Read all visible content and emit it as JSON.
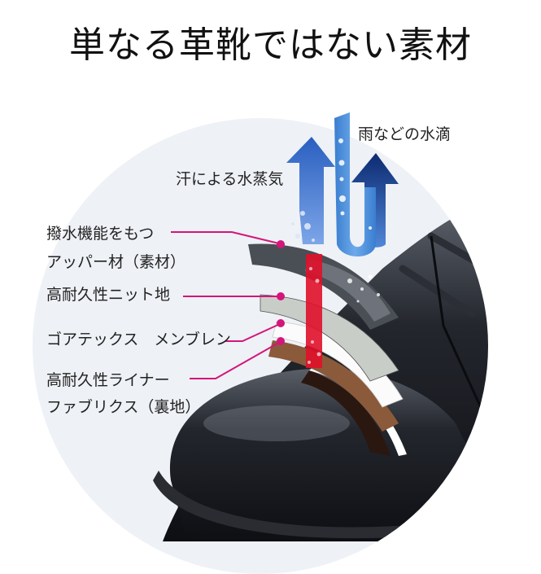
{
  "title": "単なる革靴ではない素材",
  "flow_labels": {
    "rain": "雨などの水滴",
    "vapor": "汗による水蒸気"
  },
  "layers": [
    {
      "line1": "撥水機能をもつ",
      "line2": "アッパー材（素材）"
    },
    {
      "line1": "高耐久性ニット地"
    },
    {
      "line1": "ゴアテックス　メンブレン"
    },
    {
      "line1": "高耐久性ライナー",
      "line2": "ファブリクス（裏地）"
    }
  ],
  "colors": {
    "leader_line": "#d4157a",
    "circle_bg": "#eef1f6",
    "rain_arrow": "#4a90d9",
    "vapor_arrow": "#1f4fa8",
    "shoe": "#1c1f26",
    "membrane_red": "#e0102a",
    "layer_upper": "#4a4f55",
    "layer_knit": "#c9cdc8",
    "layer_membrane": "#ffffff",
    "layer_liner": "#8a5a3a"
  }
}
